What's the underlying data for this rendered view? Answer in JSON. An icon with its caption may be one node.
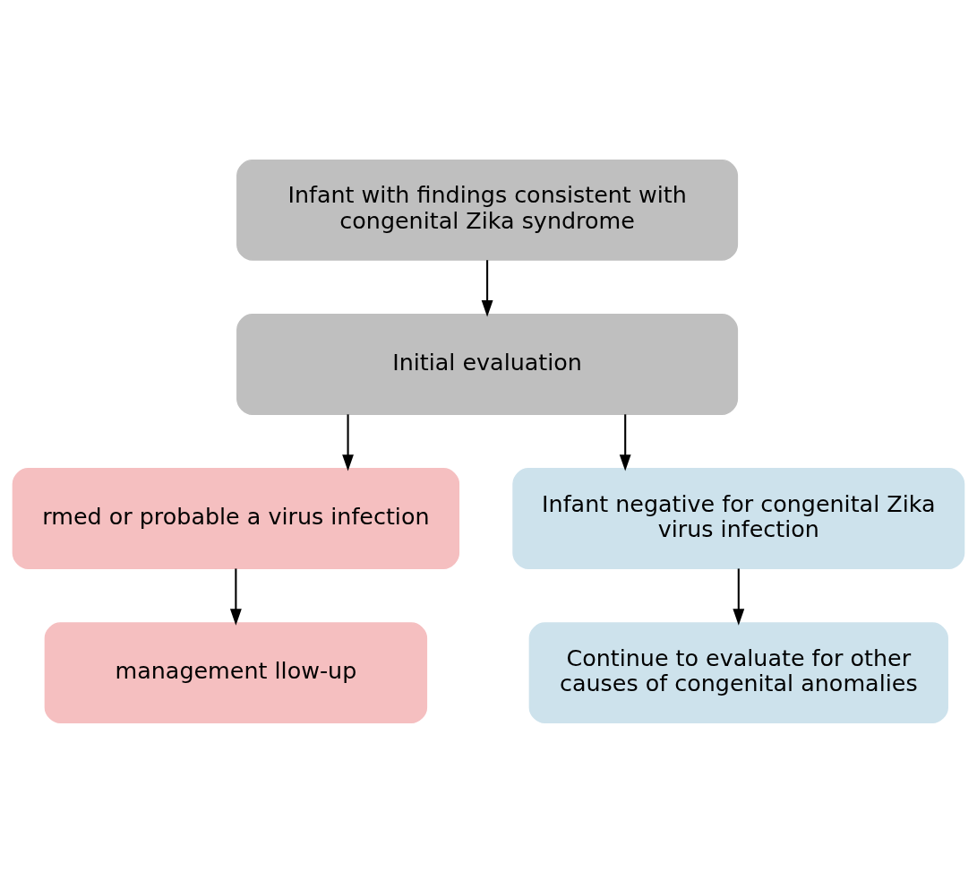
{
  "diagram": {
    "nodes": [
      {
        "text": [
          "Infant with findings consistent with congenital Zika syndrome"
        ]
      },
      {
        "text": [
          "Initial evaluation"
        ]
      },
      {
        "text": [
          "rmed or probable a virus infection"
        ]
      },
      {
        "text": [
          "Infant negative for congenital Zika virus infection"
        ]
      },
      {
        "text": [
          "management llow-up"
        ]
      },
      {
        "text": [
          "Continue to evaluate for other causes of congenital anomalies"
        ]
      }
    ],
    "edges": [
      {
        "from": 0,
        "to": 1,
        "arrow": "to"
      },
      {
        "from": 1,
        "to": 2,
        "arrow": "to"
      },
      {
        "from": 1,
        "to": 3,
        "arrow": "to"
      },
      {
        "from": 2,
        "to": 4,
        "arrow": "to"
      },
      {
        "from": 3,
        "to": 5,
        "arrow": "to"
      }
    ]
  }
}
